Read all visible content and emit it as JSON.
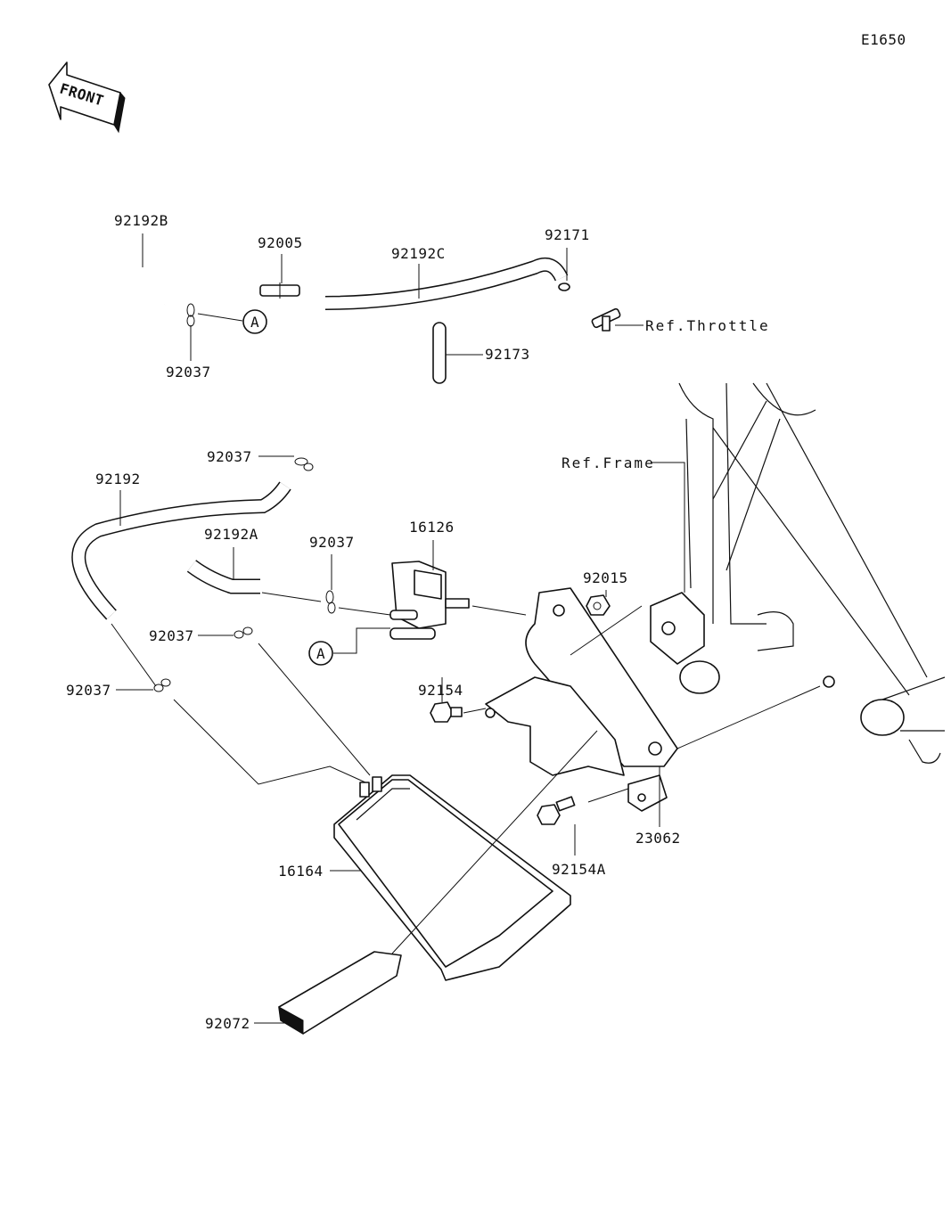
{
  "diagram_code": "E1650",
  "front_arrow": "FRONT",
  "labels": {
    "p92192B": "92192B",
    "p92005": "92005",
    "p92192C": "92192C",
    "p92171": "92171",
    "ref_throttle": "Ref.Throttle",
    "p92037_a": "92037",
    "p92173": "92173",
    "ref_frame": "Ref.Frame",
    "p92037_b": "92037",
    "p92192": "92192",
    "p92192A": "92192A",
    "p92037_c": "92037",
    "p16126": "16126",
    "p92015": "92015",
    "p92037_d": "92037",
    "p92037_e": "92037",
    "p92154": "92154",
    "p23062": "23062",
    "p92154A": "92154A",
    "p16164": "16164",
    "p92072": "92072",
    "marker_a1": "A",
    "marker_a2": "A"
  }
}
